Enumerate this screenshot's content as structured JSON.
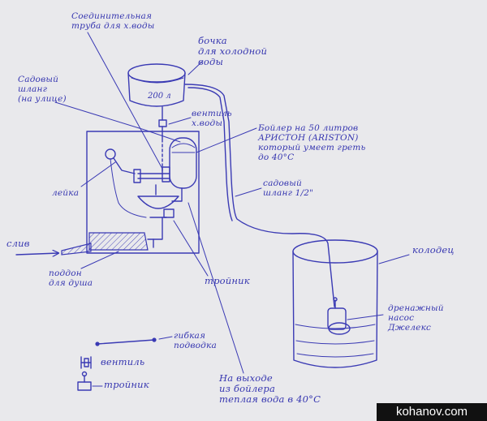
{
  "labels": {
    "connecting_pipe": "Соединительная\nтруба для х.воды",
    "cold_water_tank": "бочка\nдля холодной\nводы",
    "tank_volume": "200 л",
    "garden_hose_street": "Садовый\nшланг\n(на улице)",
    "valve_cold": "вентиль\nх.воды",
    "boiler": "Бойлер на 50 литров\nАРИСТОН (ARISTON)\nкоторый умеет греть\nдо 40°С",
    "shower_head": "лейка",
    "garden_hose_half": "садовый\nшланг 1/2\"",
    "drain": "слив",
    "shower_tray": "поддон\nдля душа",
    "tee_pointer": "тройник",
    "well": "колодец",
    "drain_pump": "дренажный\nнасос\nДжелекс",
    "legend_flex": "гибкая\nподводка",
    "legend_valve": "вентиль",
    "legend_tee": "тройник",
    "boiler_output": "На выходе\nиз бойлера\nтеплая вода в 40°С"
  },
  "watermark": "kohanov.com",
  "colors": {
    "paper": "#e9e9ec",
    "ink": "#3a3ab4",
    "badge_bg": "#111111",
    "badge_text": "#ffffff"
  }
}
